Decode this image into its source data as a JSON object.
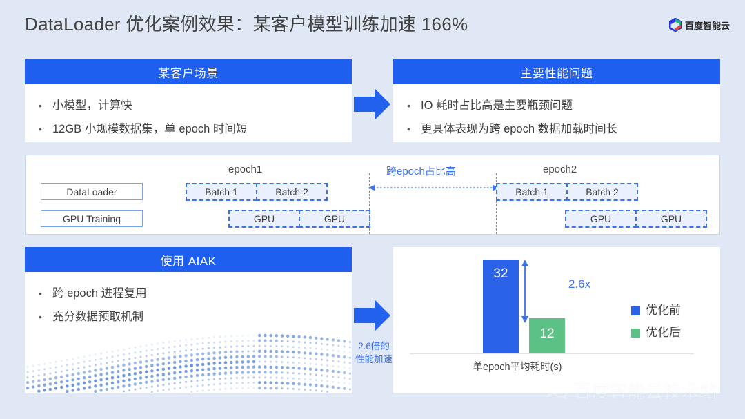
{
  "header": {
    "title": "DataLoader 优化案例效果：某客户模型训练加速 166%",
    "brand": "百度智能云",
    "brand_icon": "baidu-cloud-hexagon-icon"
  },
  "scenario_card": {
    "title": "某客户场景",
    "bullets": [
      "小模型，计算快",
      "12GB 小规模数据集，单 epoch 时间短"
    ]
  },
  "problem_card": {
    "title": "主要性能问题",
    "bullets": [
      "IO 耗时占比高是主要瓶颈问题",
      "更具体表现为跨 epoch 数据加载时间长"
    ]
  },
  "aiak_card": {
    "title": "使用 AIAK",
    "bullets": [
      "跨 epoch 进程复用",
      "充分数据预取机制"
    ]
  },
  "arrows": {
    "top_arrow_icon": "right-arrow-icon",
    "bottom_arrow_icon": "right-arrow-icon",
    "bottom_caption_line1": "2.6倍的",
    "bottom_caption_line2": "性能加速"
  },
  "timeline": {
    "row_labels": [
      "DataLoader",
      "GPU Training"
    ],
    "epoch1_label": "epoch1",
    "epoch2_label": "epoch2",
    "gap_label": "跨epoch占比高",
    "epoch1_batches": [
      "Batch 1",
      "Batch 2"
    ],
    "epoch1_gpus": [
      "GPU",
      "GPU"
    ],
    "epoch2_batches": [
      "Batch 1",
      "Batch 2"
    ],
    "epoch2_gpus": [
      "GPU",
      "GPU"
    ],
    "colors": {
      "solid_border": "#7ba2e8",
      "dash_border": "#3e72e8",
      "dash_fill": "#eaf0fd",
      "gap_text": "#3e72e8"
    }
  },
  "chart_data": {
    "type": "bar",
    "title": "",
    "categories": [
      "优化前",
      "优化后"
    ],
    "values": [
      32,
      12
    ],
    "value_labels": [
      "32",
      "12"
    ],
    "xlabel": "单epoch平均耗时(s)",
    "ylabel": "",
    "ylim": [
      0,
      36
    ],
    "grid": false,
    "legend_position": "right",
    "legend": [
      "优化前",
      "优化后"
    ],
    "annotation": "2.6x",
    "colors": [
      "#2b63e8",
      "#5cc184"
    ]
  },
  "watermark": {
    "text": "百度智能云技术站",
    "icon": "wechat-icon"
  },
  "theme": {
    "background": "#dfe8f4",
    "accent_blue": "#1f5ff0",
    "bar_blue": "#2b63e8",
    "bar_green": "#5cc184",
    "text_dark": "#434343"
  }
}
